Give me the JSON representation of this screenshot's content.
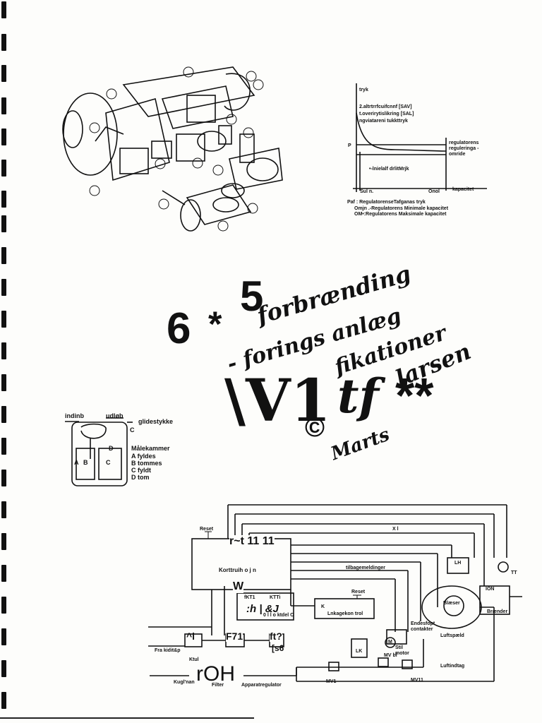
{
  "graph": {
    "axis_p": "tryk",
    "line1": "2.altrtrrfcuifcnnf  [SAV]",
    "line2": "t.overirytislikring  [SAL]",
    "line3": "ngviatareni  tukkttryk",
    "p_mark": "P",
    "reg_label": "regulatorens reguleringa - omride",
    "inner_label": "•-lnielalf  drlitMrjk",
    "x_left": "Sul n.",
    "x_right": "Onol",
    "x_axis": "kapacitet",
    "legend1": "Paf  :  RegulatorenseTafganas tryk",
    "legend2": "Omjn .-Regulatorens  Minimale  kapacitet",
    "legend3": "OM•:Regulatorens  Maksimale  kapacitet"
  },
  "title": {
    "num1": "6",
    "star": "*",
    "num2": "5",
    "s1": "forbrænding",
    "s2": "- forings anlæg",
    "s3": "fikationer",
    "s4": "larsen",
    "big": "\\V1",
    "tf": "tf",
    "stars": "**",
    "copy": "©",
    "marts": "Marts"
  },
  "meter": {
    "inlet": "indinb",
    "outlet": "udløb",
    "glide": "glidestykke",
    "c_mark": "C",
    "heading": "Målekammer",
    "a": "A  fyldes",
    "b": "B  tommes",
    "c": "C  fyldt",
    "d": "D  tom",
    "letter_a": "A",
    "letter_b": "B",
    "letter_c": "C",
    "letter_d": "D"
  },
  "schematic": {
    "reset1": "Reset",
    "reset2": "Reset",
    "title_blk": "r~t 11 11",
    "ctrl": "Korttruih o j n",
    "feedback": "tilbagemeldinger",
    "kt1": "fKT1",
    "kt2": "KTTi",
    "sym": ":h | &J",
    "fo": "0  l  l o  ktdel  C",
    "leak": "Lnkagekon trol",
    "w": "W",
    "f71": "F71",
    "ft": "ft?",
    "s6": "[s6",
    "hi": "^i",
    "from_kit": "Fra kidit&p",
    "ktul": "Ktul",
    "roh": "rOH",
    "kugle": "Kugl'nan",
    "filter": "Filter",
    "app_reg": "Apparatregulator",
    "lh": "LH",
    "lk": "LK",
    "endestop": "Endesfopt contakter",
    "stilmotor": "Stil motor",
    "luftspaeld": "Luftspæld",
    "luftindtag": "Luftindtag",
    "blaeser": "Blæser",
    "braender": "Brænder",
    "ion": "ION",
    "tt": "TT",
    "mv1": "MV1",
    "mv2": "MV11",
    "mvbl": "MV bl",
    "m": "M",
    "k": "K",
    "xl": "X l"
  }
}
